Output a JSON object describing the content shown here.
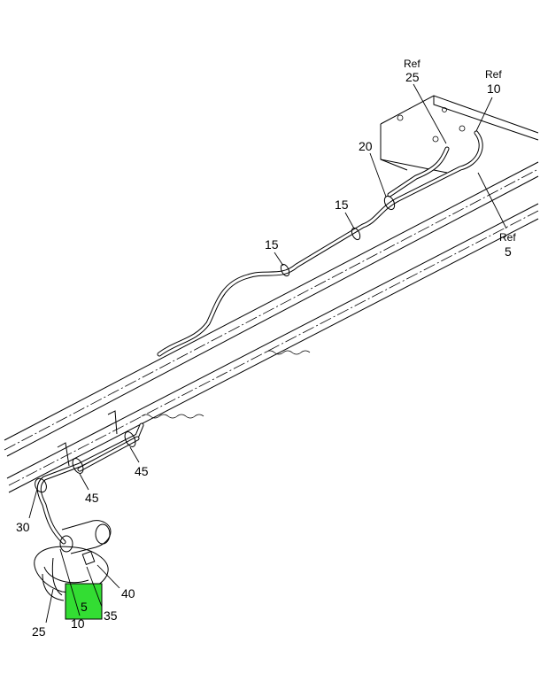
{
  "callouts": {
    "ref25_ref": "Ref",
    "ref25_num": "25",
    "ref10_ref": "Ref",
    "ref10_num": "10",
    "ref5_ref": "Ref",
    "ref5_num": "5",
    "c20": "20",
    "c15a": "15",
    "c15b": "15",
    "c45a": "45",
    "c45b": "45",
    "c30": "30",
    "c40": "40",
    "c5": "5",
    "c35": "35",
    "c25": "25",
    "c10": "10"
  },
  "colors": {
    "highlight": "#33dd33",
    "line": "#000000",
    "background": "#ffffff"
  }
}
